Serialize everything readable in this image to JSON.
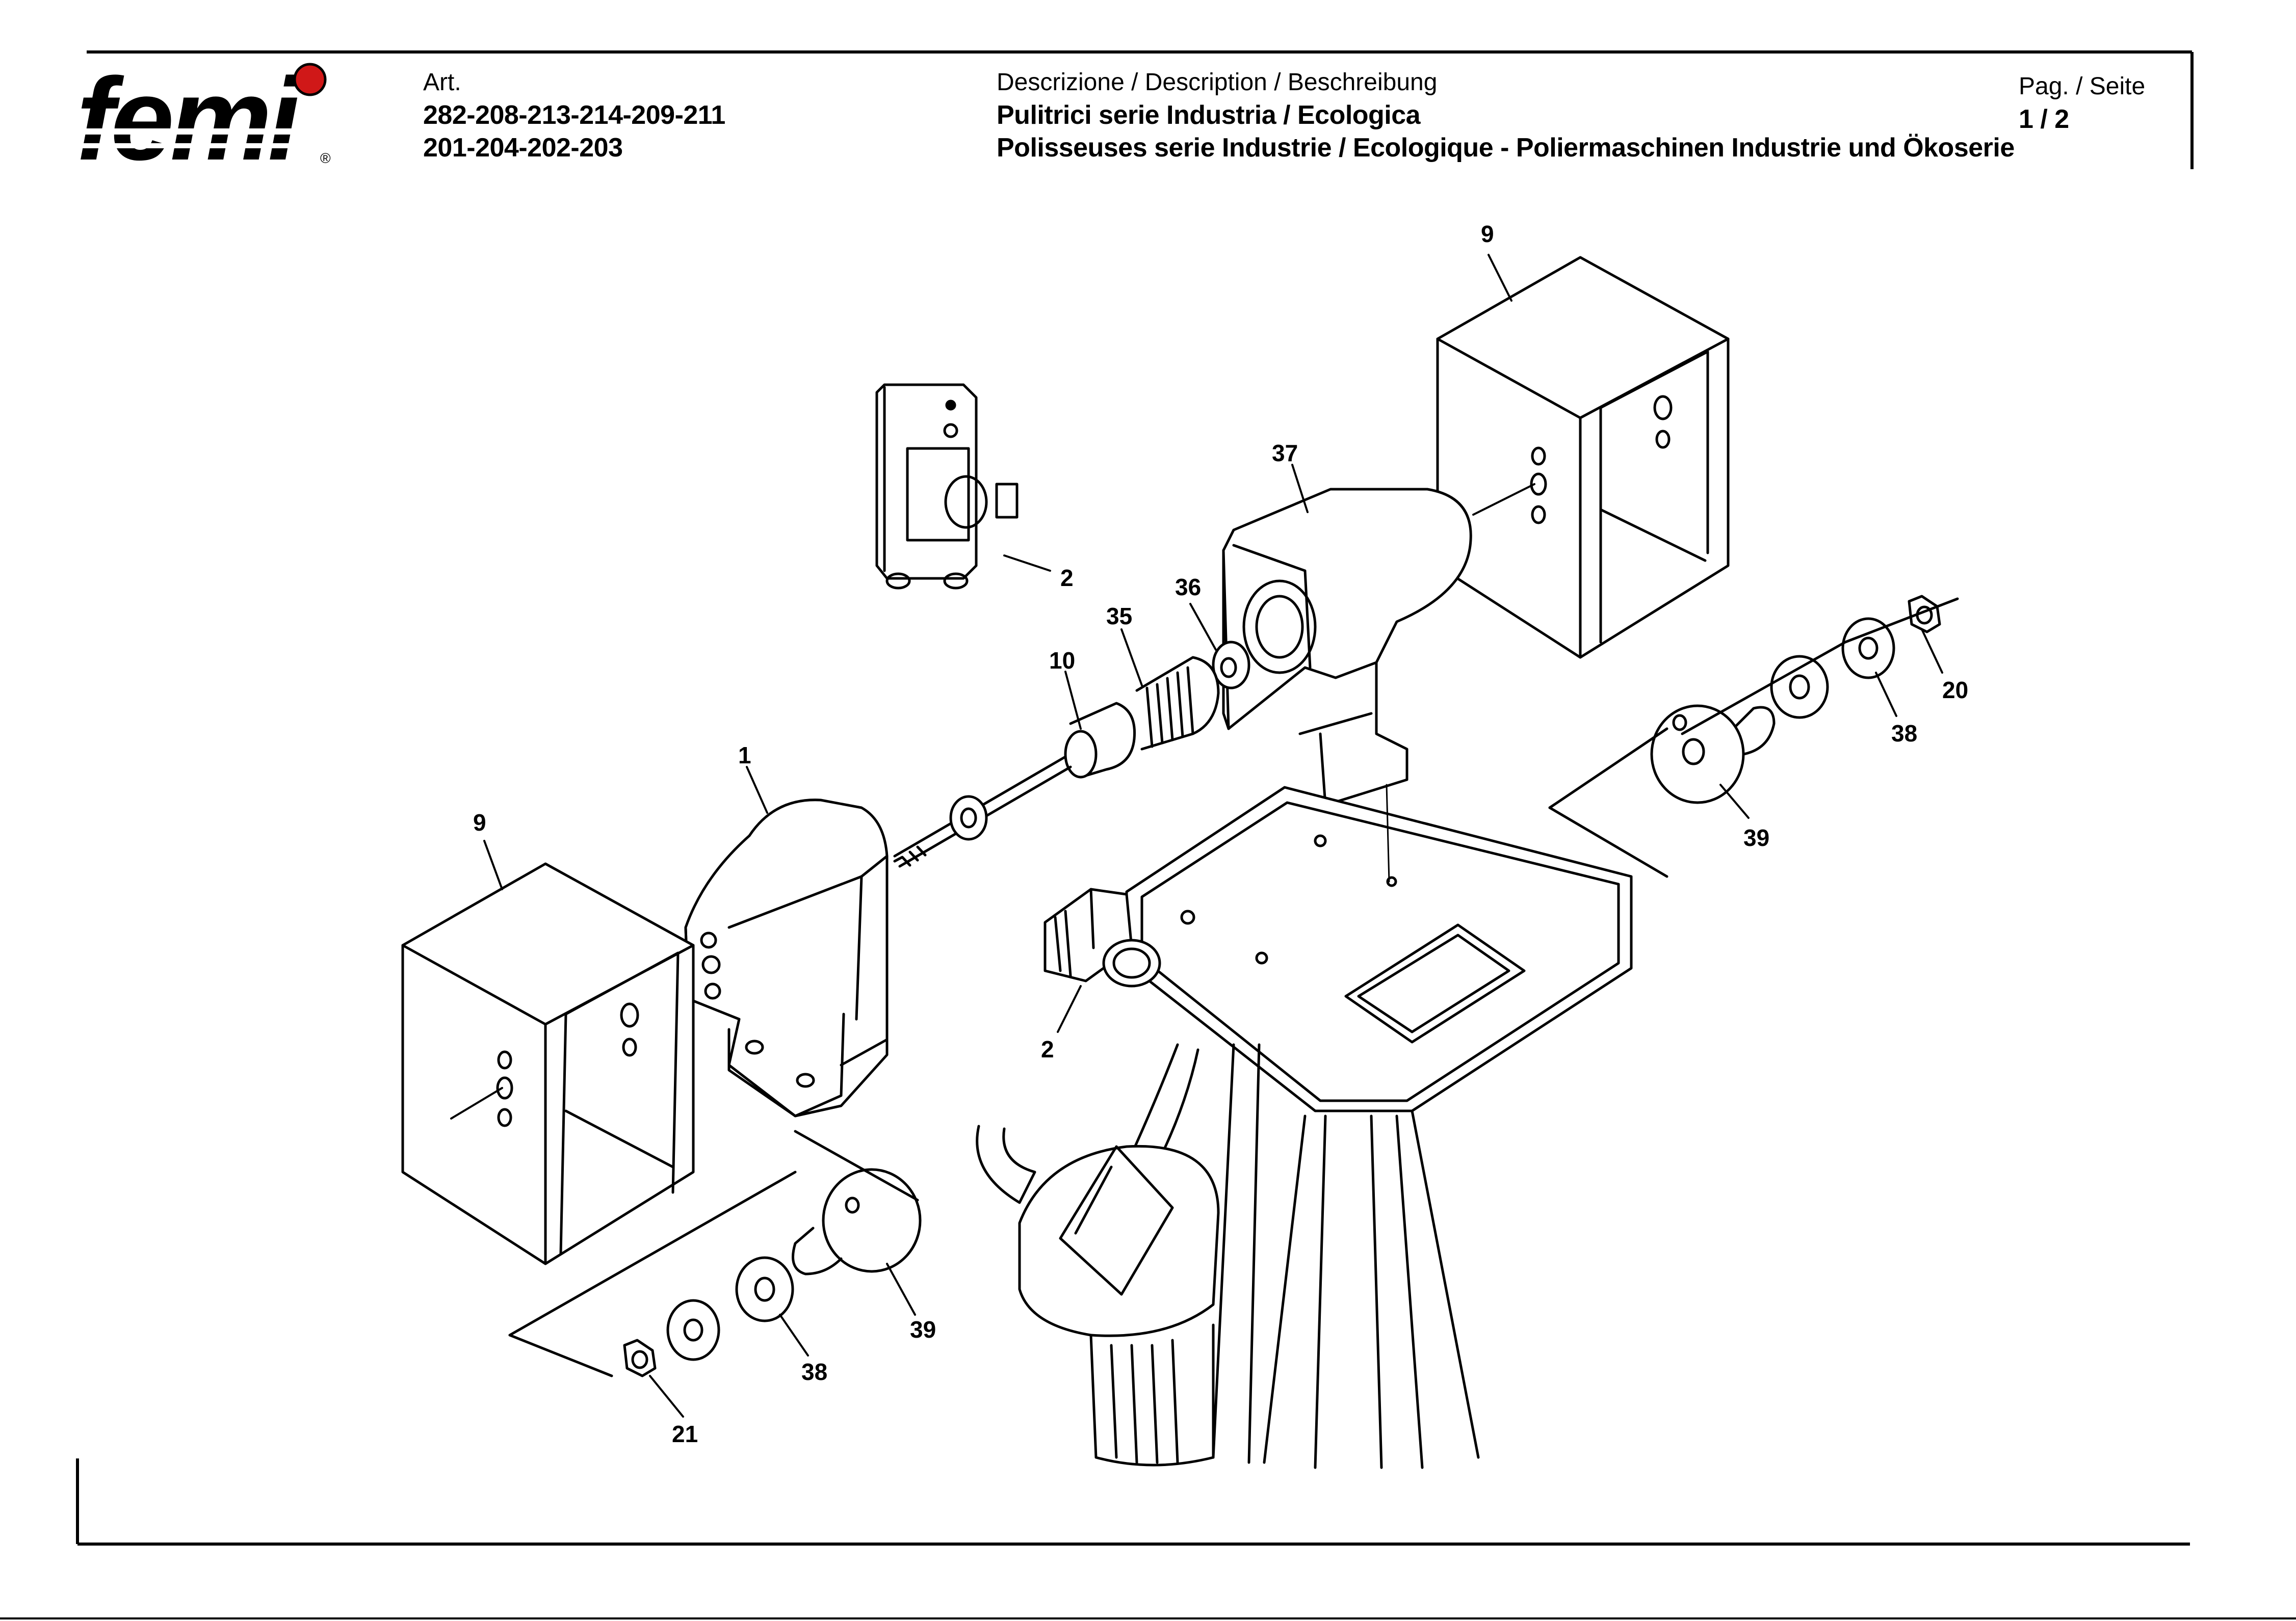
{
  "header": {
    "logo_text": "femi",
    "article_label": "Art.",
    "article_numbers_line1": "282-208-213-214-209-211",
    "article_numbers_line2": "201-204-202-203",
    "description_label": "Descrizione / Description / Beschreibung",
    "description_line1": "Pulitrici serie Industria / Ecologica",
    "description_line2": "Polisseuses  serie Industrie / Ecologique - Poliermaschinen Industrie und Ökoserie",
    "page_label": "Pag. / Seite",
    "page_value": "1 / 2"
  },
  "callouts": {
    "top_housing": "9",
    "top_cover": "37",
    "switch_box": "2",
    "bearing_right": "36",
    "pulley": "35",
    "sleeve": "10",
    "left_cover": "1",
    "left_housing": "9",
    "right_nut": "20",
    "right_washer": "38",
    "right_flange": "39",
    "switch": "2",
    "left_flange": "39",
    "left_washer": "38",
    "left_nut": "21"
  },
  "colors": {
    "ink": "#000000",
    "logo_dot": "#d01818",
    "paper": "#ffffff"
  }
}
